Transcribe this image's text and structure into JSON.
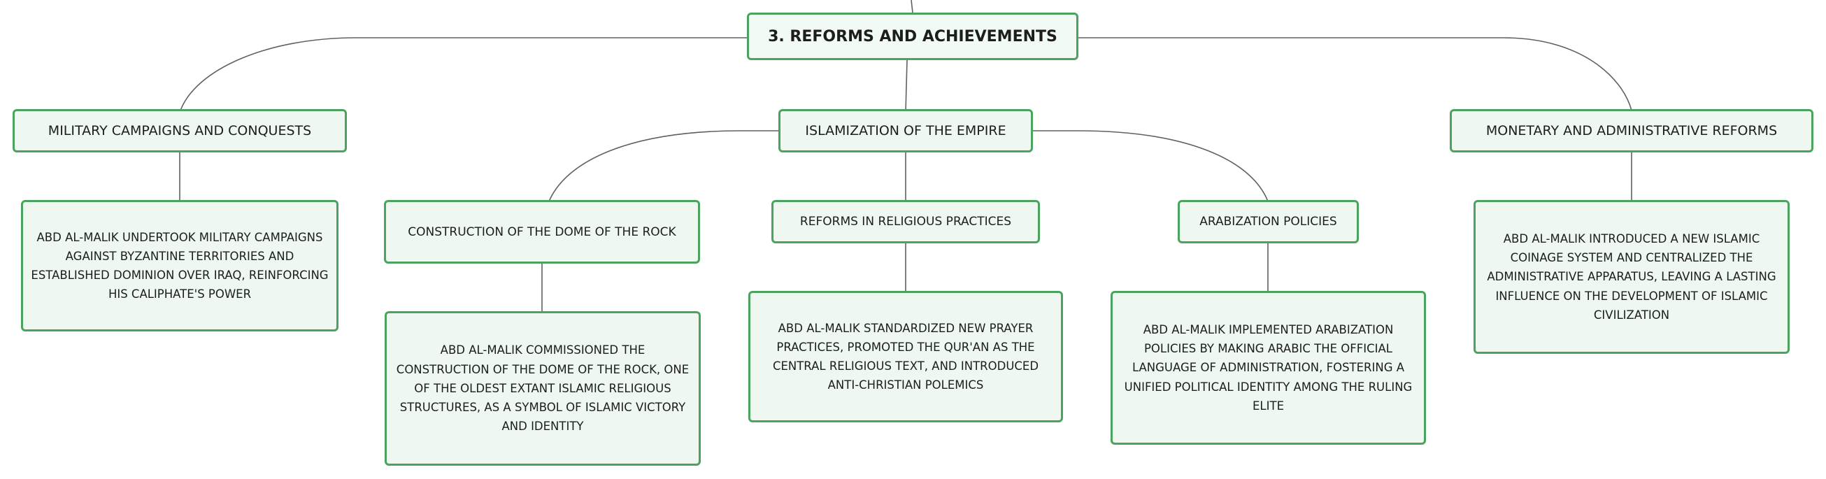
{
  "root": {
    "title": "3. REFORMS AND ACHIEVEMENTS"
  },
  "branches": {
    "military": {
      "title": "MILITARY CAMPAIGNS AND CONQUESTS",
      "detail": "ABD AL-MALIK UNDERTOOK MILITARY CAMPAIGNS AGAINST BYZANTINE TERRITORIES AND ESTABLISHED DOMINION OVER IRAQ, REINFORCING HIS CALIPHATE'S POWER"
    },
    "islamization": {
      "title": "ISLAMIZATION OF THE EMPIRE",
      "subtopics": {
        "dome": {
          "title": "CONSTRUCTION OF THE DOME OF THE ROCK",
          "detail": "ABD AL-MALIK COMMISSIONED THE CONSTRUCTION OF THE DOME OF THE ROCK, ONE OF THE OLDEST EXTANT ISLAMIC RELIGIOUS STRUCTURES, AS A SYMBOL OF ISLAMIC VICTORY AND IDENTITY"
        },
        "religious": {
          "title": "REFORMS IN RELIGIOUS PRACTICES",
          "detail": "ABD AL-MALIK STANDARDIZED NEW PRAYER PRACTICES, PROMOTED THE QUR'AN AS THE CENTRAL RELIGIOUS TEXT, AND INTRODUCED ANTI-CHRISTIAN POLEMICS"
        },
        "arabization": {
          "title": "ARABIZATION POLICIES",
          "detail": "ABD AL-MALIK IMPLEMENTED ARABIZATION POLICIES BY MAKING ARABIC THE OFFICIAL LANGUAGE OF ADMINISTRATION, FOSTERING A UNIFIED POLITICAL IDENTITY AMONG THE RULING ELITE"
        }
      }
    },
    "monetary": {
      "title": "MONETARY AND ADMINISTRATIVE REFORMS",
      "detail": "ABD AL-MALIK INTRODUCED A NEW ISLAMIC COINAGE SYSTEM AND CENTRALIZED THE ADMINISTRATIVE APPARATUS, LEAVING A LASTING INFLUENCE ON THE DEVELOPMENT OF ISLAMIC CIVILIZATION"
    }
  },
  "colors": {
    "node_border": "#4aa35e",
    "node_fill": "#eef8f1",
    "connector": "#5f6160"
  }
}
